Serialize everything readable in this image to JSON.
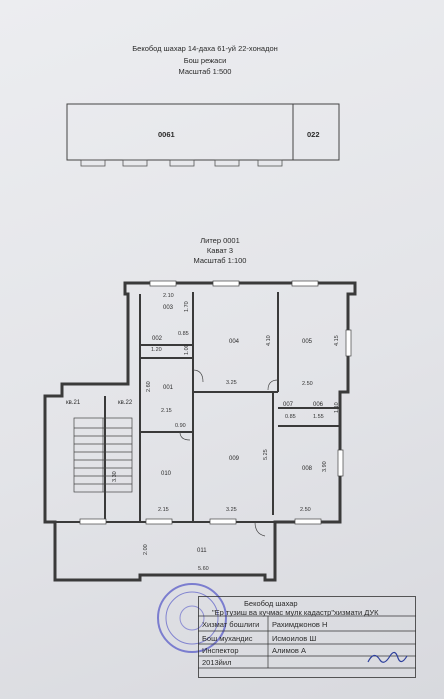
{
  "header": {
    "address": "Бекобод шахар 14-даха 61-уй 22-хонадон",
    "plan_title": "Бош режаси",
    "scale": "Масштаб 1:500"
  },
  "general_plan": {
    "left_label": "0061",
    "right_label": "022"
  },
  "floor_plan": {
    "liter": "Литер 0001",
    "floor": "Кават 3",
    "scale": "Масштаб 1:100",
    "rooms": {
      "r001": "001",
      "r002": "002",
      "r003": "003",
      "r004": "004",
      "r005": "005",
      "r006": "006",
      "r007": "007",
      "r008": "008",
      "r009": "009",
      "r010": "010",
      "r011": "011",
      "kv21": "кв.21",
      "kv22": "кв.22"
    },
    "dims": {
      "d1": "2.10",
      "d2": "1.70",
      "d3": "0.85",
      "d4": "1.00",
      "d5": "1.20",
      "d6": "4.10",
      "d7": "4.15",
      "d8": "3.25",
      "d9": "2.50",
      "d10": "2.60",
      "d11": "2.15",
      "d12": "1.10",
      "d13": "0.85",
      "d14": "1.55",
      "d15": "0.90",
      "d16": "5.25",
      "d17": "3.90",
      "d18": "3.30",
      "d19": "2.15",
      "d20": "3.25",
      "d21": "2.50",
      "d22": "2.00",
      "d23": "5.60"
    }
  },
  "title_block": {
    "city": "Бекобод шахар",
    "organization": "\"Ер тузиш ва кучмас мулк кадастр\"хизмати ДУК",
    "rows": [
      {
        "role": "Хизмат бошлиги",
        "name": "Рахимджонов Н"
      },
      {
        "role": "Бош мухандис",
        "name": "Исмоилов Ш"
      },
      {
        "role": "Инспектор",
        "name": "Алимов А"
      }
    ],
    "year": "2013йил"
  },
  "colors": {
    "paper": "#e6e7ea",
    "ink": "#2a2a2a",
    "stamp": "#5a5cc8"
  }
}
